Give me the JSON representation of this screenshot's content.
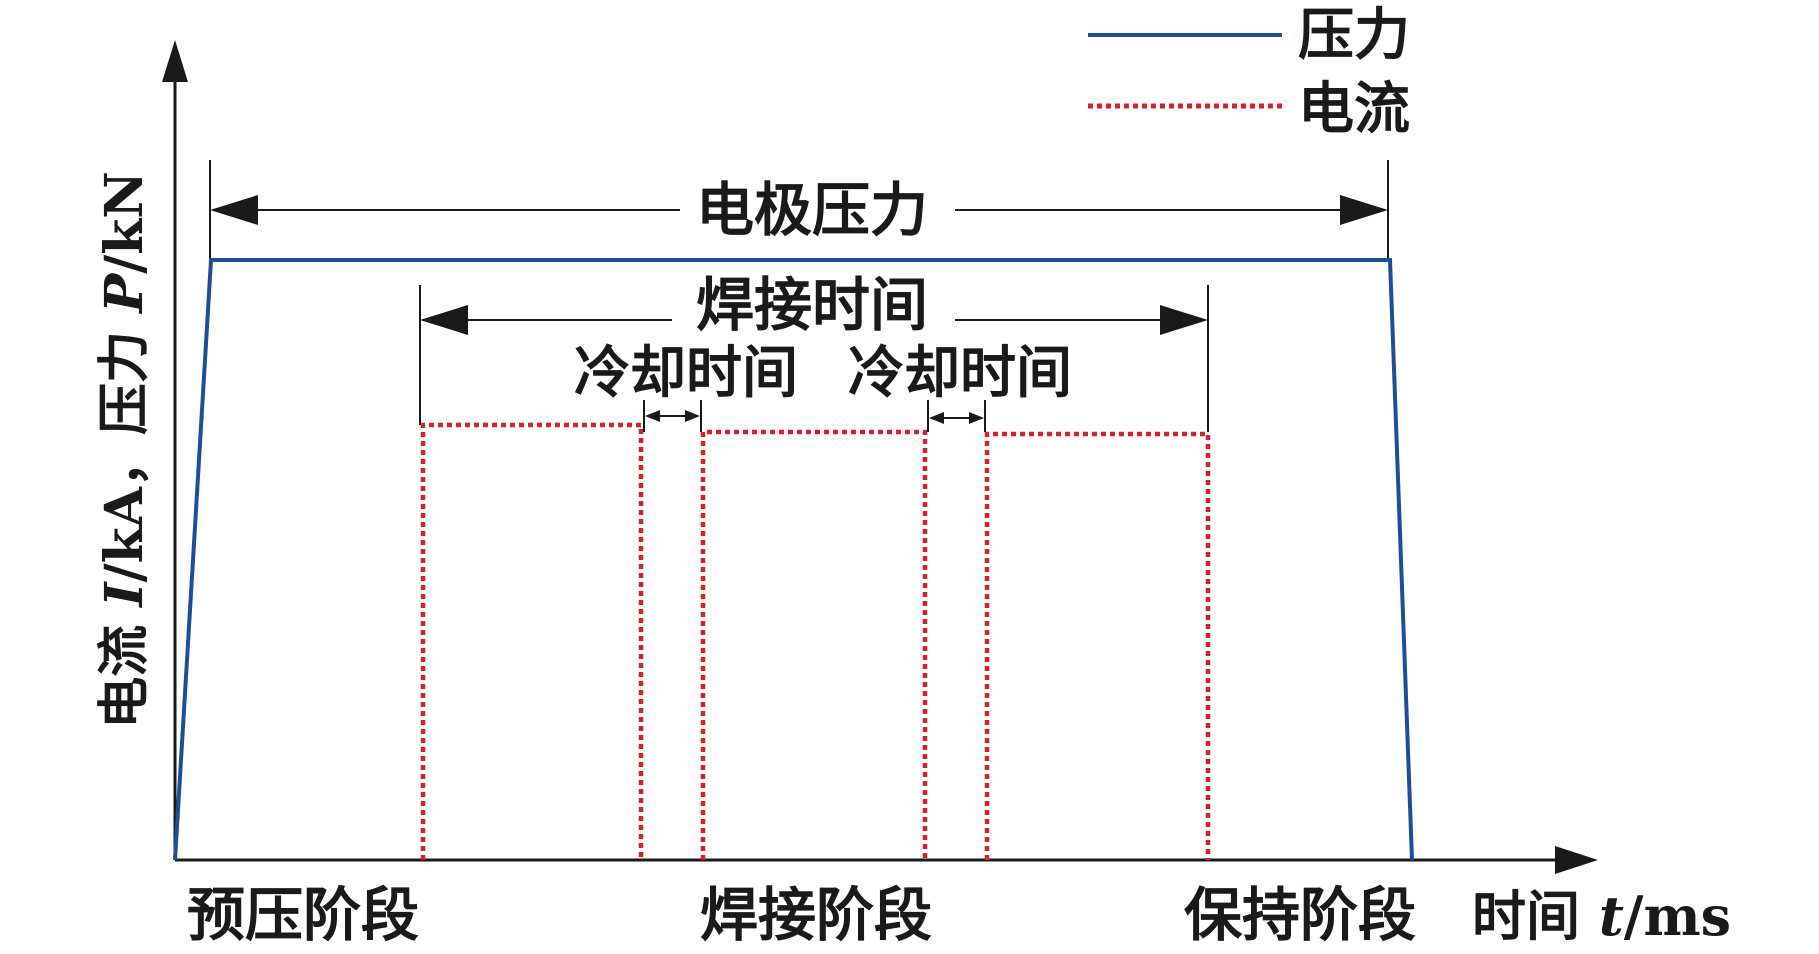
{
  "y_axis_label": {
    "prefix": "电流 ",
    "current_sym": "I",
    "current_unit": "/kA，压力 ",
    "force_sym": "P",
    "force_unit": "/kN"
  },
  "x_axis_label": {
    "prefix": "时间 ",
    "time_sym": "t",
    "time_unit": "/ms"
  },
  "legend": {
    "pressure": "压力",
    "current": "电流"
  },
  "annotations": {
    "electrode_pressure": "电极压力",
    "welding_time": "焊接时间",
    "cooling_time_1": "冷却时间",
    "cooling_time_2": "冷却时间"
  },
  "stages": {
    "prepress": "预压阶段",
    "welding": "焊接阶段",
    "holding": "保持阶段"
  },
  "colors": {
    "pressure": "#1f4e96",
    "current": "#d6202b",
    "axis": "#1a1a1a"
  }
}
